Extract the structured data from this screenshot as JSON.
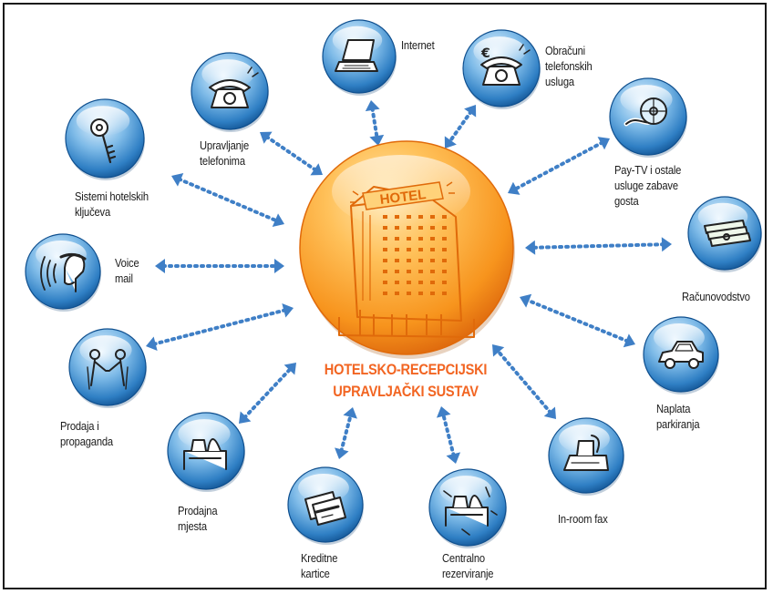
{
  "center": {
    "sign": "HOTEL",
    "title_line1": "HOTELSKO-RECEPCIJSKI",
    "title_line2": "UPRAVLJAČKI SUSTAV"
  },
  "nodes": [
    {
      "id": "internet",
      "label": "Internet",
      "icon": "laptop-icon"
    },
    {
      "id": "billing",
      "label": "Obračuni\ntelefonskih\nusluga",
      "icon": "phone-euro-icon"
    },
    {
      "id": "paytv",
      "label": "Pay-TV i ostale\nusluge zabave\ngosta",
      "icon": "film-reel-icon"
    },
    {
      "id": "accounting",
      "label": "Računovodstvo",
      "icon": "money-stack-icon"
    },
    {
      "id": "parking",
      "label": "Naplata\nparkiranja",
      "icon": "car-icon"
    },
    {
      "id": "fax",
      "label": "In-room fax",
      "icon": "fax-machine-icon"
    },
    {
      "id": "central",
      "label": "Centralno\nrezerviranje",
      "icon": "desk-arrows-icon"
    },
    {
      "id": "cards",
      "label": "Kreditne\nkartice",
      "icon": "credit-cards-icon"
    },
    {
      "id": "pos",
      "label": "Prodajna\nmjesta",
      "icon": "desk-register-icon"
    },
    {
      "id": "sales",
      "label": "Prodaja i\npropaganda",
      "icon": "handshake-icon"
    },
    {
      "id": "voicemail",
      "label": "Voice\nmail",
      "icon": "voice-mail-icon"
    },
    {
      "id": "keys",
      "label": "Sistemi hotelskih\nključeva",
      "icon": "key-icon"
    },
    {
      "id": "phones",
      "label": "Upravljanje\ntelefonima",
      "icon": "telephone-icon"
    }
  ],
  "colors": {
    "node_blue": "#2f7fc4",
    "node_light": "#d6ecfb",
    "node_dark": "#0f4f8e",
    "orange": "#f7941d",
    "orange_light": "#ffd27a",
    "orange_dark": "#e06a0a",
    "title_orange": "#f26522",
    "arrow": "#3f7fc6",
    "ink": "#222222"
  }
}
